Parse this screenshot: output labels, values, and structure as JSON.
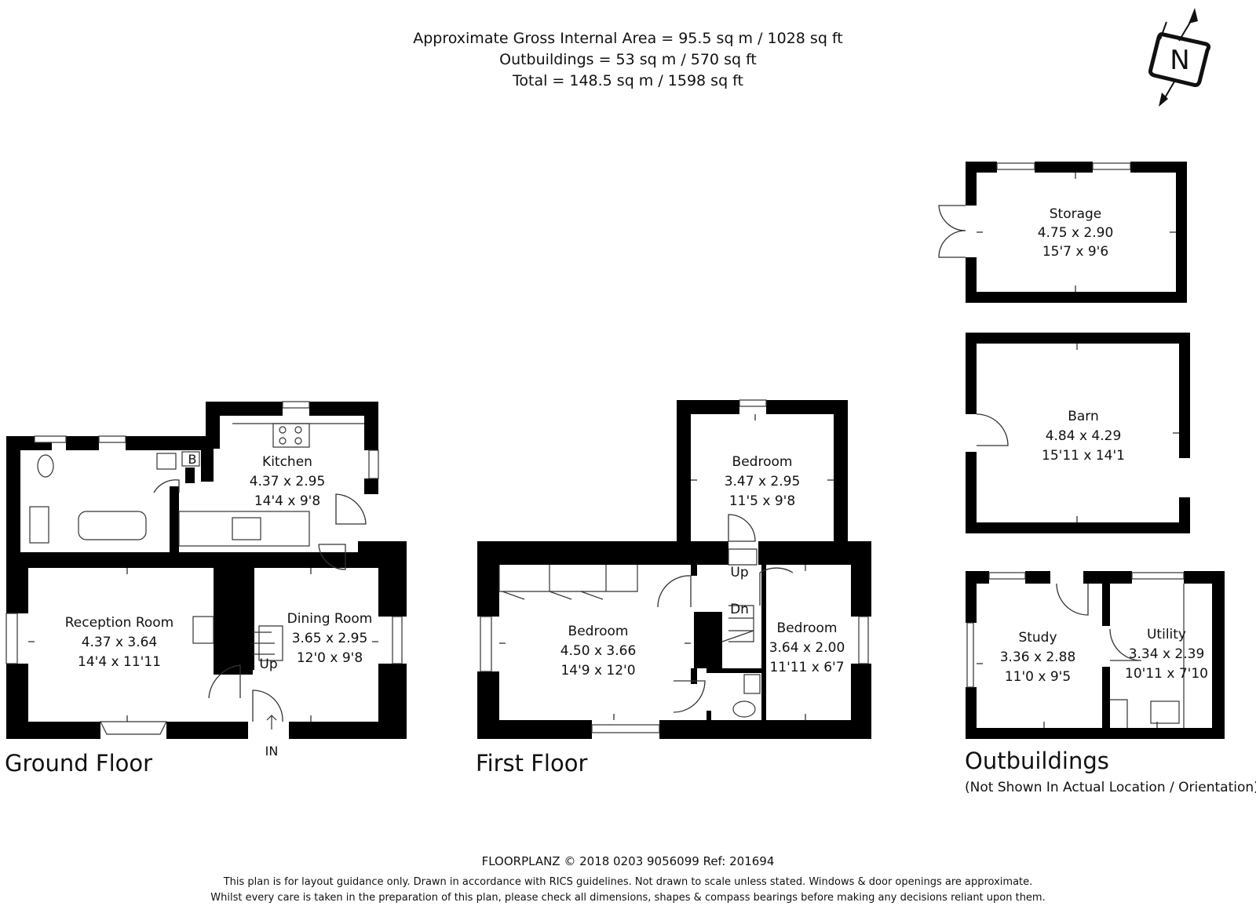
{
  "header": {
    "line1": "Approximate Gross Internal Area = 95.5 sq m / 1028 sq ft",
    "line2": "Outbuildings = 53 sq m / 570 sq ft",
    "line3": "Total = 148.5 sq m / 1598 sq ft"
  },
  "compass": {
    "letter": "N"
  },
  "floors": {
    "ground": {
      "title": "Ground Floor",
      "entrance_label": "IN",
      "stairs_label": "Up",
      "boiler_label": "B",
      "rooms": {
        "kitchen": {
          "name": "Kitchen",
          "metric": "4.37 x 2.95",
          "imperial": "14'4 x 9'8"
        },
        "reception": {
          "name": "Reception Room",
          "metric": "4.37 x 3.64",
          "imperial": "14'4 x 11'11"
        },
        "dining": {
          "name": "Dining Room",
          "metric": "3.65 x 2.95",
          "imperial": "12'0 x 9'8"
        }
      }
    },
    "first": {
      "title": "First Floor",
      "stairs_up": "Up",
      "stairs_down": "Dn",
      "rooms": {
        "bedroom_top": {
          "name": "Bedroom",
          "metric": "3.47 x 2.95",
          "imperial": "11'5 x 9'8"
        },
        "bedroom_main": {
          "name": "Bedroom",
          "metric": "4.50 x 3.66",
          "imperial": "14'9 x 12'0"
        },
        "bedroom_small": {
          "name": "Bedroom",
          "metric": "3.64 x 2.00",
          "imperial": "11'11 x 6'7"
        }
      }
    },
    "outbuildings": {
      "title": "Outbuildings",
      "subtitle": "(Not Shown In Actual Location / Orientation)",
      "rooms": {
        "storage": {
          "name": "Storage",
          "metric": "4.75 x 2.90",
          "imperial": "15'7 x 9'6"
        },
        "barn": {
          "name": "Barn",
          "metric": "4.84 x 4.29",
          "imperial": "15'11 x 14'1"
        },
        "study": {
          "name": "Study",
          "metric": "3.36 x 2.88",
          "imperial": "11'0 x 9'5"
        },
        "utility": {
          "name": "Utility",
          "metric": "3.34 x 2.39",
          "imperial": "10'11 x 7'10"
        }
      }
    }
  },
  "footer": {
    "company_line": "FLOORPLANZ © 2018   0203 9056099   Ref: 201694",
    "disclaimer1": "This plan is for layout guidance only. Drawn in accordance with RICS guidelines. Not drawn to scale unless stated. Windows & door openings are approximate.",
    "disclaimer2": "Whilst every care is taken in the preparation of this plan, please check all dimensions, shapes & compass bearings before making any decisions reliant upon them."
  }
}
